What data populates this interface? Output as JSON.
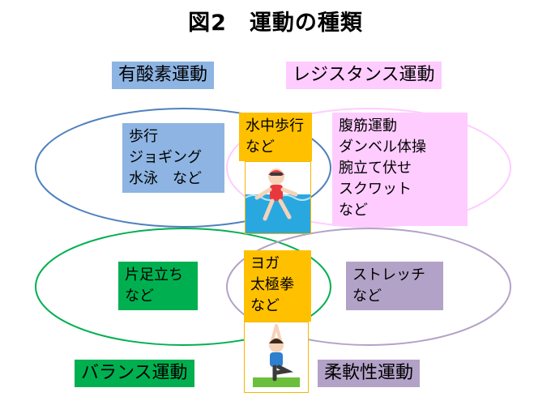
{
  "title": "図2　運動の種類",
  "labels": {
    "aerobic": "有酸素運動",
    "resistance": "レジスタンス運動",
    "balance": "バランス運動",
    "flexibility": "柔軟性運動"
  },
  "boxes": {
    "aerobic": [
      "歩行",
      "ジョギング",
      "水泳　など"
    ],
    "aerobic_resistance": [
      "水中歩行",
      "など"
    ],
    "resistance": [
      "腹筋運動",
      "ダンベル体操",
      "腕立て伏せ",
      "スクワット",
      "など"
    ],
    "balance": [
      "片足立ち",
      "など"
    ],
    "balance_flexibility": [
      "ヨガ",
      "太極拳",
      "など"
    ],
    "flexibility": [
      "ストレッチ",
      "など"
    ]
  },
  "colors": {
    "aerobic": "#8db4e2",
    "resistance": "#ffccff",
    "balance": "#00b050",
    "flexibility": "#b3a2c7",
    "overlap": "#ffc000",
    "aerobic_oval": "#4f81bd",
    "resistance_oval": "#ffccff",
    "balance_oval": "#00b050",
    "flexibility_oval": "#b3a2c7"
  },
  "icons": [
    "swimmer-illustration",
    "yoga-pose-illustration"
  ]
}
